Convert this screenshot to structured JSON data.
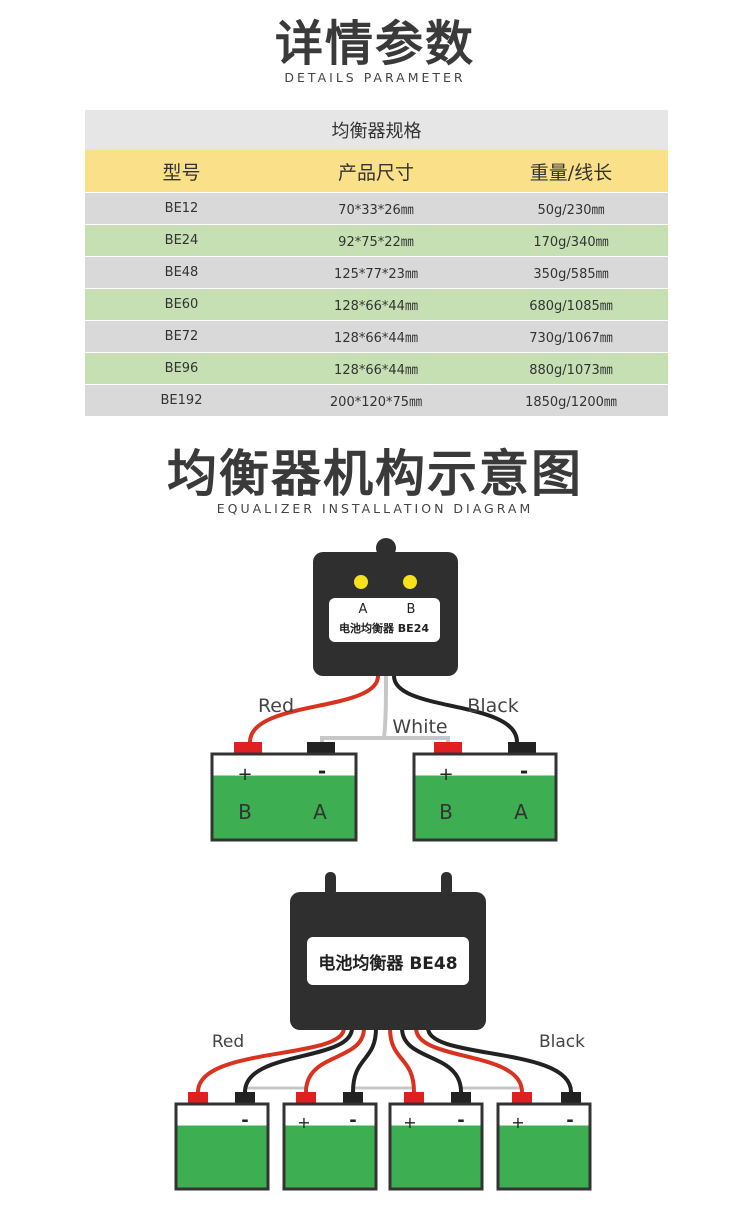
{
  "section1": {
    "title": "详情参数",
    "subtitle": "DETAILS PARAMETER"
  },
  "table": {
    "caption": "均衡器规格",
    "headers": [
      "型号",
      "产品尺寸",
      "重量/线长"
    ],
    "rows": [
      [
        "BE12",
        "70*33*26㎜",
        "50g/230㎜"
      ],
      [
        "BE24",
        "92*75*22㎜",
        "170g/340㎜"
      ],
      [
        "BE48",
        "125*77*23㎜",
        "350g/585㎜"
      ],
      [
        "BE60",
        "128*66*44㎜",
        "680g/1085㎜"
      ],
      [
        "BE72",
        "128*66*44㎜",
        "730g/1067㎜"
      ],
      [
        "BE96",
        "128*66*44㎜",
        "880g/1073㎜"
      ],
      [
        "BE192",
        "200*120*75㎜",
        "1850g/1200㎜"
      ]
    ]
  },
  "section2": {
    "title": "均衡器机构示意图",
    "subtitle": "EQUALIZER INSTALLATION DIAGRAM"
  },
  "diagram1": {
    "label_a": "A",
    "label_b": "B",
    "device_label": "电池均衡器  BE24",
    "wire_red": "Red",
    "wire_black": "Black",
    "wire_white": "White",
    "plus": "+",
    "minus": "-",
    "cell_b": "B",
    "cell_a": "A"
  },
  "diagram2": {
    "device_label": "电池均衡器  BE48",
    "wire_red": "Red",
    "wire_black": "Black",
    "plus": "+",
    "minus": "-"
  },
  "colors": {
    "battery_green": "#3daf52",
    "terminal_red": "#e02020",
    "terminal_black": "#222222",
    "device_body": "#2f2f2f",
    "led_yellow": "#f6e11c",
    "wire_red": "#d9331f",
    "wire_white": "#c7c7c7"
  }
}
